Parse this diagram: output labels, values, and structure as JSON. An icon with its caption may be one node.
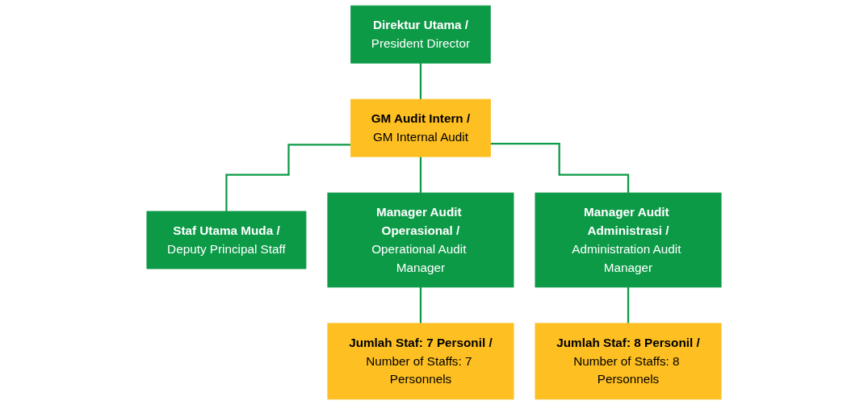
{
  "diagram": {
    "nodes": [
      {
        "text": [
          "Direktur Utama /",
          "President Director"
        ]
      },
      {
        "text": [
          "GM Audit Intern /",
          "GM Internal Audit"
        ]
      },
      {
        "text": [
          "Staf Utama Muda /",
          "Deputy Principal Staff"
        ]
      },
      {
        "text": [
          "Manager Audit Operasional /",
          "Operational Audit Manager"
        ]
      },
      {
        "text": [
          "Manager Audit Administrasi /",
          "Administration Audit Manager"
        ]
      },
      {
        "text": [
          "Jumlah Staf: 7 Personil /",
          "Number of Staffs: 7 Personnels"
        ]
      },
      {
        "text": [
          "Jumlah Staf: 8 Personil /",
          "Number of Staffs: 8 Personnels"
        ]
      }
    ],
    "edges": [
      {
        "from": 0,
        "to": 1,
        "arrow": "none"
      },
      {
        "from": 1,
        "to": 2,
        "arrow": "none"
      },
      {
        "from": 1,
        "to": 3,
        "arrow": "none"
      },
      {
        "from": 1,
        "to": 4,
        "arrow": "none"
      },
      {
        "from": 3,
        "to": 5,
        "arrow": "none"
      },
      {
        "from": 4,
        "to": 6,
        "arrow": "none"
      }
    ]
  }
}
